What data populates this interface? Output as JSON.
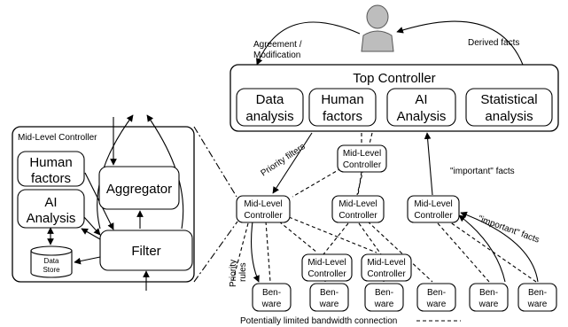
{
  "top_controller": {
    "title": "Top Controller",
    "modules": [
      [
        "Data",
        "analysis"
      ],
      [
        "Human",
        "factors"
      ],
      [
        "AI",
        "Analysis"
      ],
      [
        "Statistical",
        "analysis"
      ]
    ]
  },
  "human_links": {
    "agreement": [
      "Agreement /",
      "Modification"
    ],
    "derived": "Derived facts"
  },
  "mid_level_detail": {
    "title": "Mid-Level Controller",
    "human_factors": [
      "Human",
      "factors"
    ],
    "ai_analysis": [
      "AI",
      "Analysis"
    ],
    "aggregator": "Aggregator",
    "filter": "Filter",
    "data_store": [
      "Data",
      "Store"
    ]
  },
  "nodes": {
    "mid_level": [
      "Mid-Level",
      "Controller"
    ],
    "benware": [
      "Ben-",
      "ware"
    ]
  },
  "edge_labels": {
    "priority_filters": "Priority filters",
    "important_facts": "\"important\" facts",
    "priority_rules": [
      "Priority",
      "rules"
    ]
  },
  "legend": {
    "limited_bandwidth": "Potentially limited bandwidth connection"
  }
}
